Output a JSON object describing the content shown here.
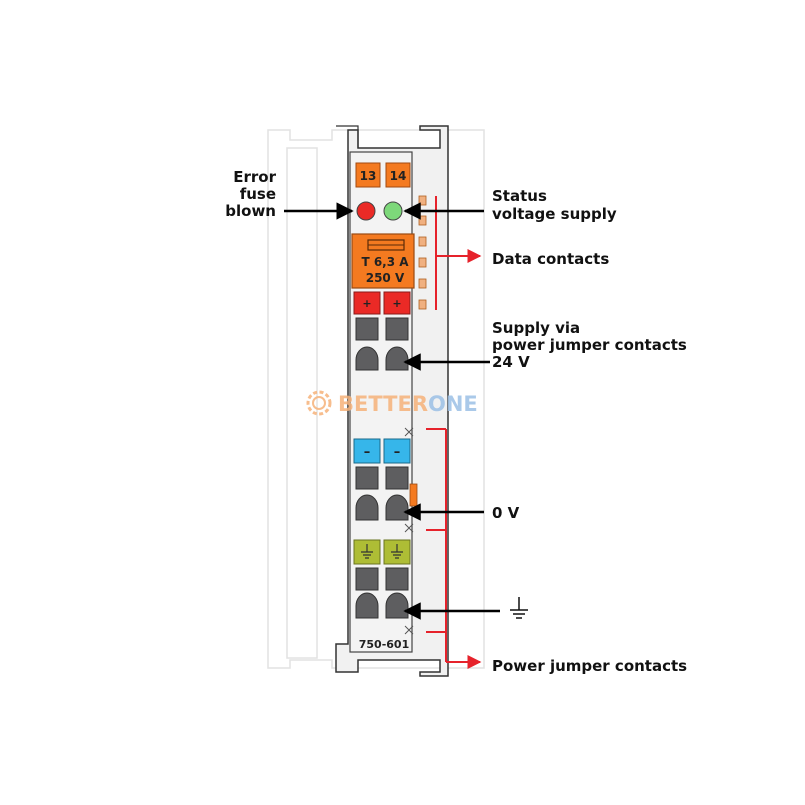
{
  "module": {
    "terminal_numbers": [
      "13",
      "14"
    ],
    "fuse_rating": "T 6,3 A",
    "fuse_voltage": "250 V",
    "model": "750-601",
    "plus_symbol": "+",
    "minus_symbol": "–"
  },
  "labels": {
    "error": [
      "Error",
      "fuse",
      "blown"
    ],
    "status": [
      "Status",
      "voltage supply"
    ],
    "data_contacts": "Data contacts",
    "supply": [
      "Supply via",
      "power jumper contacts",
      "24 V"
    ],
    "zero_volt": "0 V",
    "power_jumper": "Power jumper contacts"
  },
  "watermark": {
    "part1": "BETTER",
    "part2": "ONE"
  },
  "colors": {
    "orange": "#f47a20",
    "red": "#ea2a26",
    "green": "#7dd87a",
    "blue": "#36b6ea",
    "olive": "#aebd35",
    "gray": "#5e5e60",
    "housing": "#f1f1f1",
    "callout": "#e6222b"
  }
}
